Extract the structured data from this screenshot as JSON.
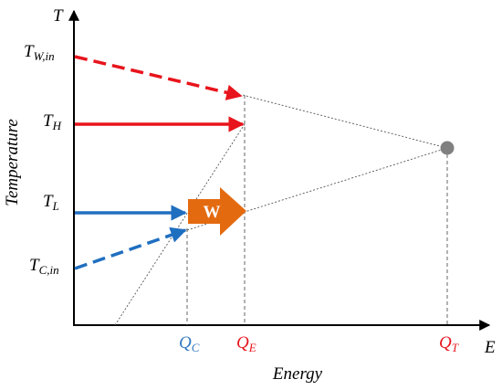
{
  "axes": {
    "y_axis_symbol": "T",
    "x_axis_symbol": "E",
    "y_axis_label": "Temperature",
    "x_axis_label": "Energy"
  },
  "temperature_labels": {
    "t_w_in": {
      "main": "T",
      "sub": "W,in"
    },
    "t_h": {
      "main": "T",
      "sub": "H"
    },
    "t_l": {
      "main": "T",
      "sub": "L"
    },
    "t_c_in": {
      "main": "T",
      "sub": "C,in"
    }
  },
  "energy_labels": {
    "q_c": {
      "main": "Q",
      "sub": "C"
    },
    "q_e": {
      "main": "Q",
      "sub": "E"
    },
    "q_t": {
      "main": "Q",
      "sub": "T"
    }
  },
  "work_arrow_label": "W",
  "colors": {
    "red": "#e8141c",
    "blue": "#1f6fc0",
    "orange": "#e46a10",
    "point": "#808080",
    "axis": "#000000",
    "guide": "#555555",
    "q_c_label": "#2e79c0",
    "q_e_label": "#e8141c",
    "q_t_label": "#e8141c"
  }
}
